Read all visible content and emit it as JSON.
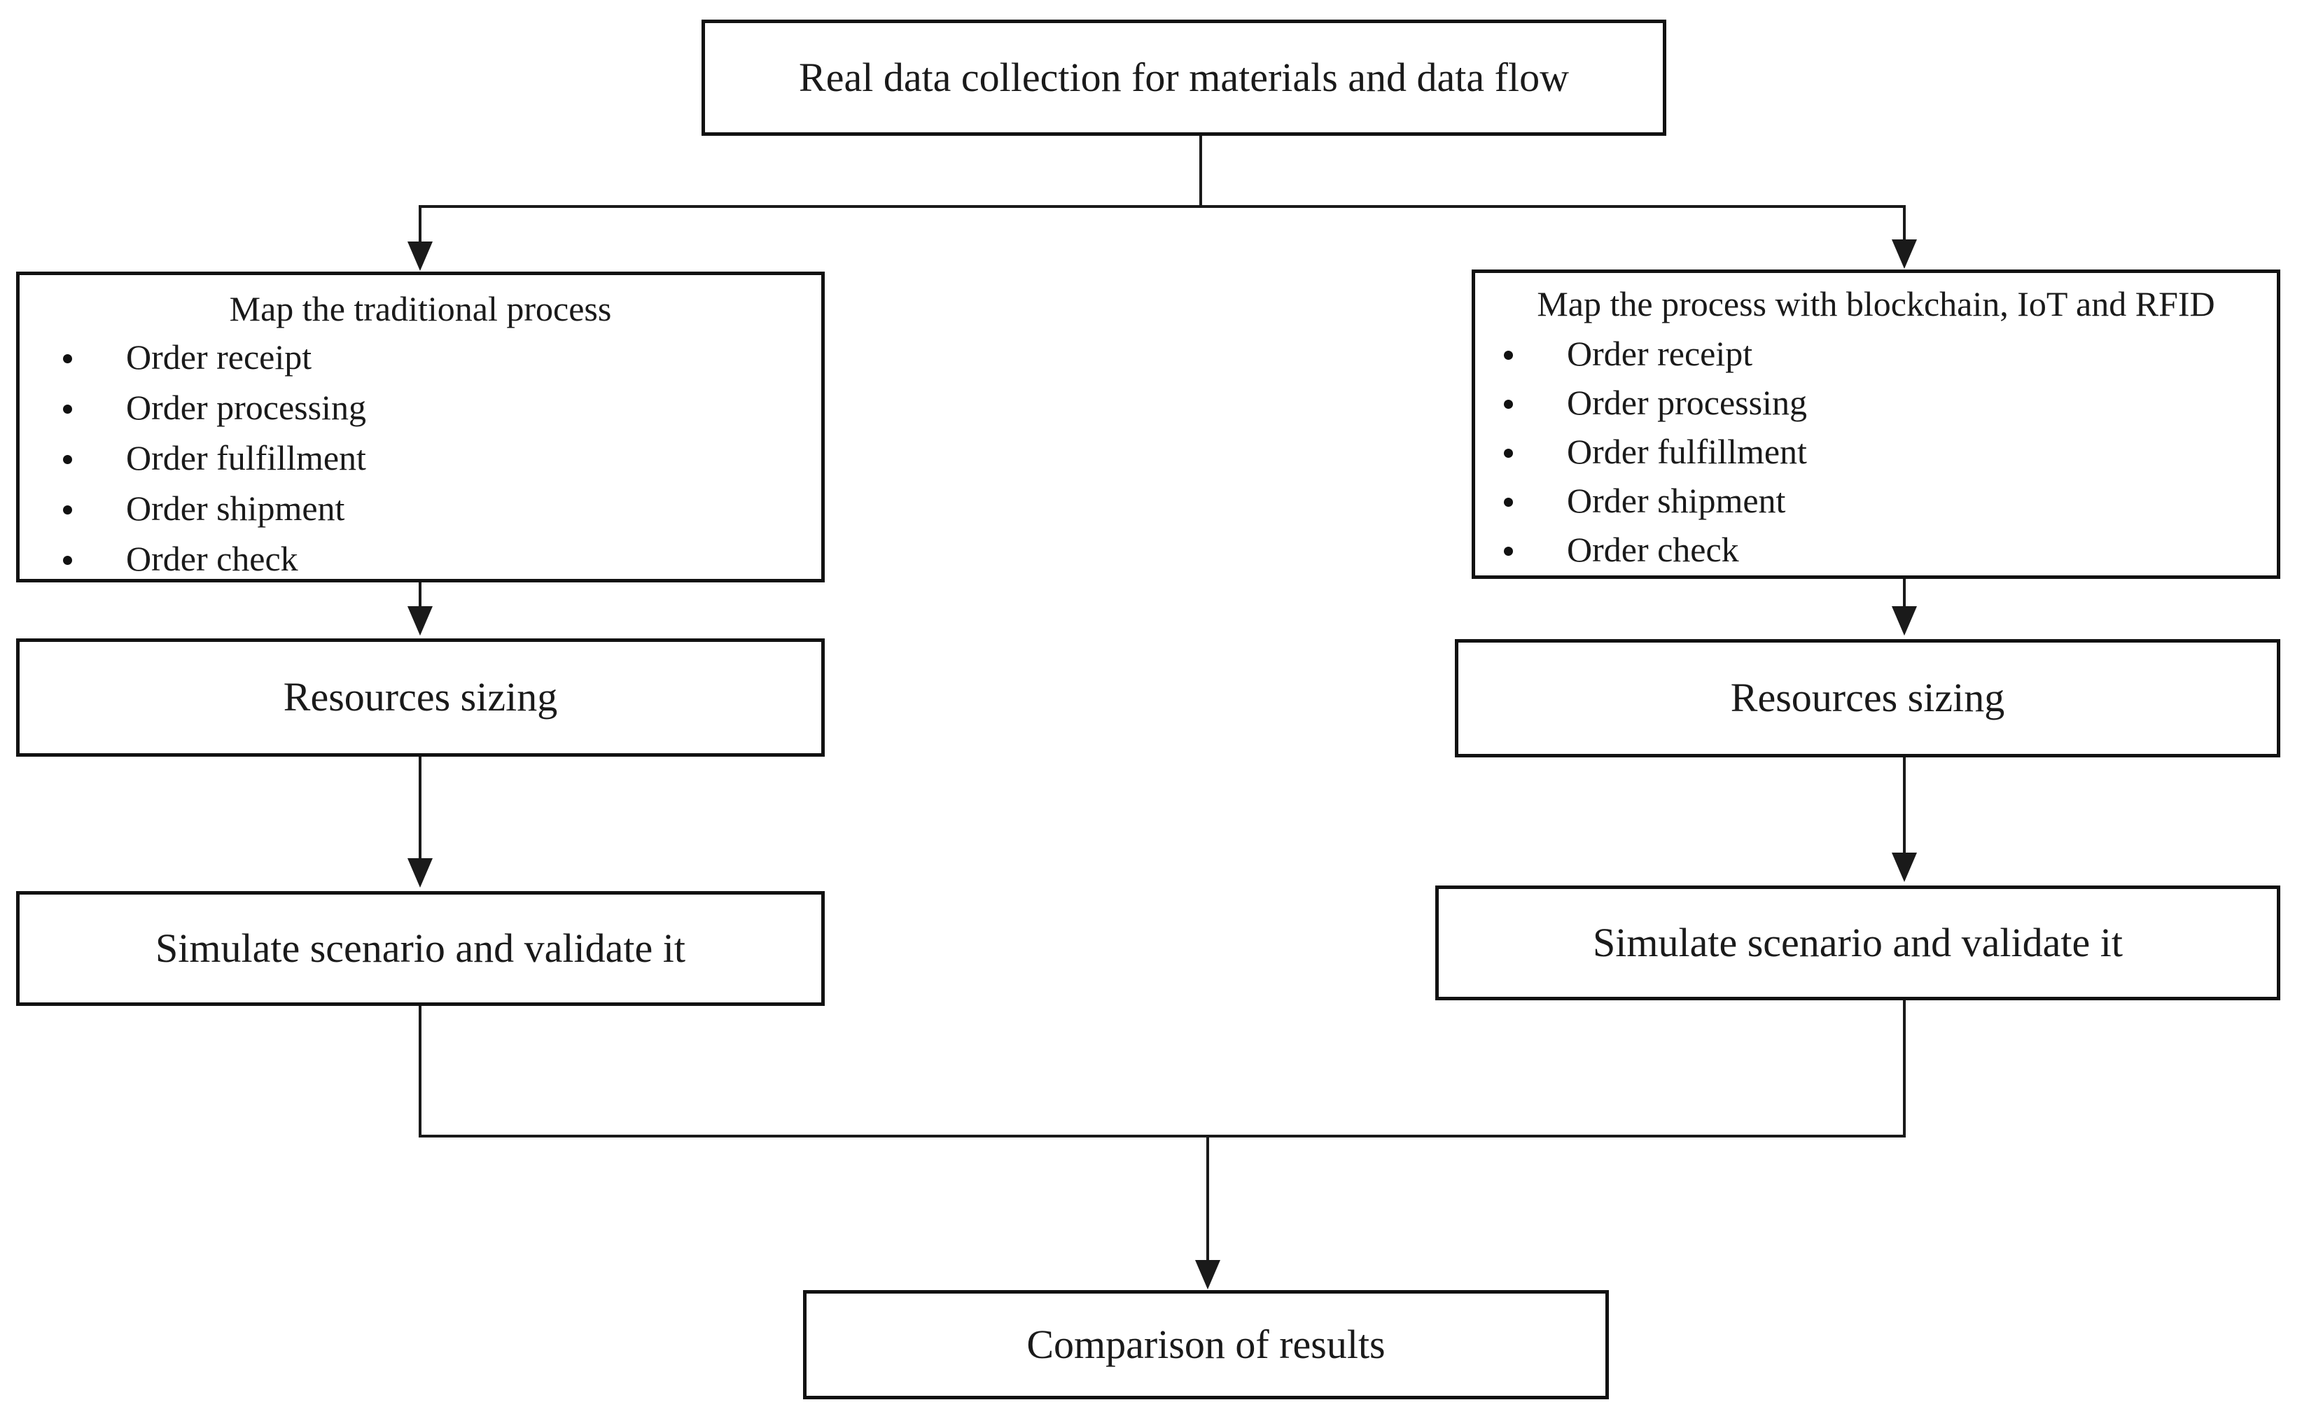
{
  "diagram": {
    "title": "Simulation methodology flowchart",
    "accent_color": "#111111",
    "background_color": "#ffffff",
    "nodes": {
      "source": {
        "label": "Real data collection for materials and data flow"
      },
      "traditional": {
        "heading": "Map the traditional process",
        "items": [
          "Order receipt",
          "Order processing",
          "Order fulfillment",
          "Order shipment",
          "Order check"
        ]
      },
      "blockchain": {
        "heading": "Map the process with blockchain, IoT and RFID",
        "items": [
          "Order receipt",
          "Order processing",
          "Order fulfillment",
          "Order shipment",
          "Order check"
        ]
      },
      "resources_left": {
        "label": "Resources sizing"
      },
      "resources_right": {
        "label": "Resources sizing"
      },
      "simulate_left": {
        "label": "Simulate scenario and validate it"
      },
      "simulate_right": {
        "label": "Simulate scenario and validate it"
      },
      "comparison": {
        "label": "Comparison of results"
      }
    },
    "edges": [
      {
        "from": "source",
        "to": "traditional"
      },
      {
        "from": "source",
        "to": "blockchain"
      },
      {
        "from": "traditional",
        "to": "resources_left"
      },
      {
        "from": "blockchain",
        "to": "resources_right"
      },
      {
        "from": "resources_left",
        "to": "simulate_left"
      },
      {
        "from": "resources_right",
        "to": "simulate_right"
      },
      {
        "from": "simulate_left",
        "to": "comparison"
      },
      {
        "from": "simulate_right",
        "to": "comparison"
      }
    ]
  }
}
